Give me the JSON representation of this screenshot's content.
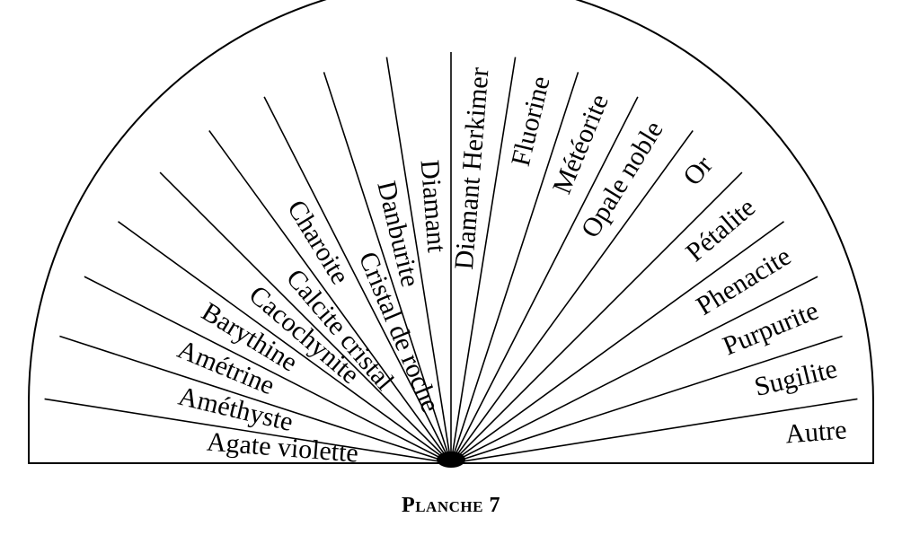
{
  "diagram": {
    "segments": [
      "Agate violette",
      "Améthyste",
      "Amétrine",
      "Barythine",
      "Cacochynite",
      "Calcite cristal",
      "Charoite",
      "Cristal de roche",
      "Danburite",
      "Diamant",
      "Diamant Herkimer",
      "Fluorine",
      "Météorite",
      "Opale noble",
      "Or",
      "Pétalite",
      "Phenacite",
      "Purpurite",
      "Sugilite",
      "Autre"
    ],
    "colors": {
      "line": "#000000",
      "fill": "#ffffff",
      "hub": "#000000"
    }
  },
  "caption": "Planche 7"
}
